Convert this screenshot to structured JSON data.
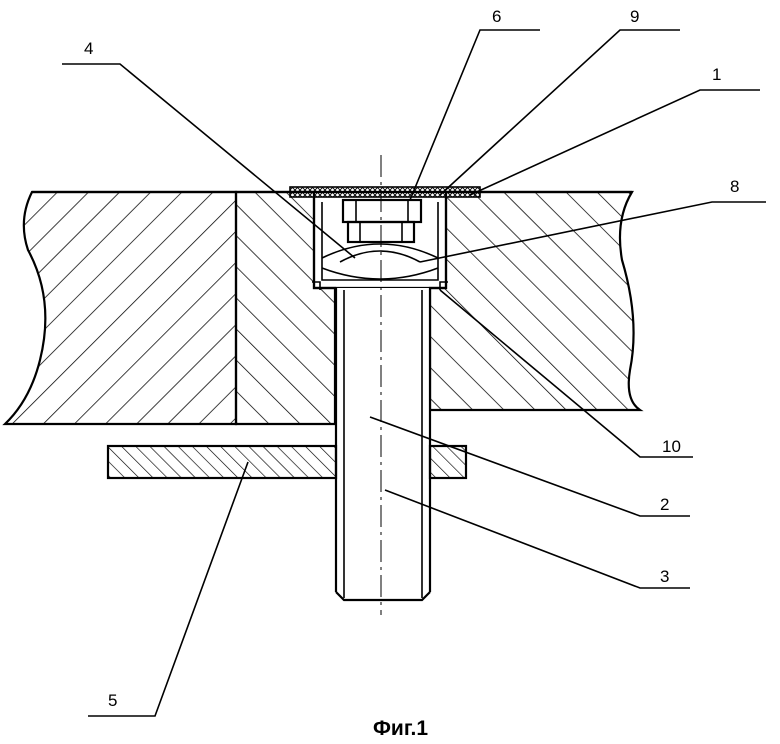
{
  "labels": {
    "l1": "1",
    "l2": "2",
    "l3": "3",
    "l4": "4",
    "l5": "5",
    "l6": "6",
    "l8": "8",
    "l9": "9",
    "l10": "10"
  },
  "caption": "Фиг.1"
}
